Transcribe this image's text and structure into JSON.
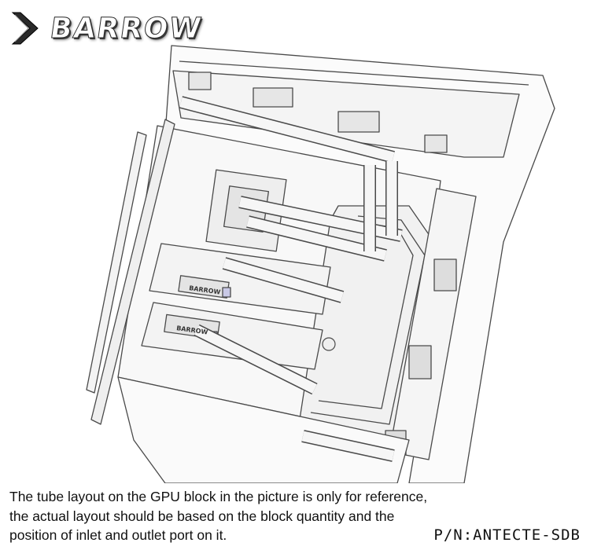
{
  "brand": {
    "logo_text": "BARROW",
    "logo_icon": "chevron-arrow-icon"
  },
  "drawing": {
    "block_label": "BARROW"
  },
  "caption": {
    "line1": "The tube layout on the GPU block in the picture is only for reference,",
    "line2": "the actual layout should be based on the block quantity and the",
    "line3": "position of inlet and outlet port on it."
  },
  "part_number": "P/N:ANTECTE-SDB",
  "colors": {
    "line": "#4a4a4a",
    "fill": "#f2f2f2",
    "logo_dark": "#2a2a2a"
  }
}
